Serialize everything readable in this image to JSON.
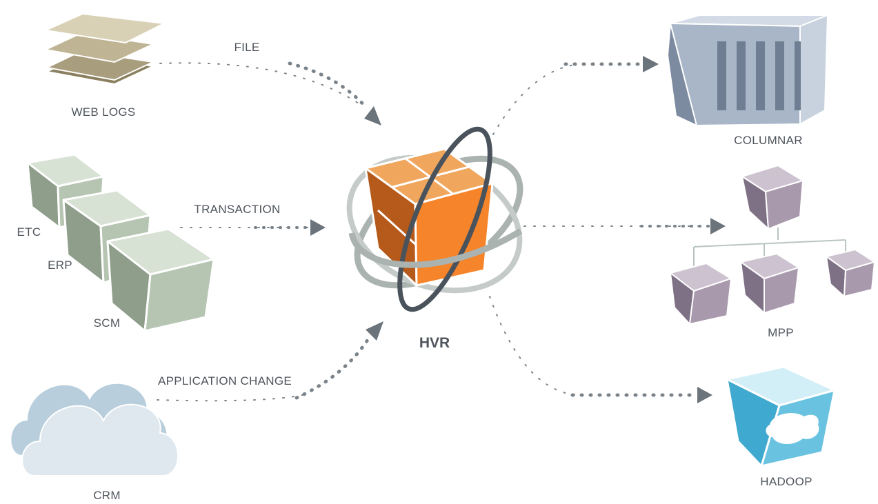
{
  "diagram": {
    "hub": {
      "label": "HVR",
      "icon": "orbit-cube-icon"
    },
    "sources": {
      "web_logs": {
        "label": "WEB LOGS",
        "icon": "layers-icon"
      },
      "databases": {
        "labels": {
          "etc": "ETC",
          "erp": "ERP",
          "scm": "SCM"
        },
        "icon": "cube-stack-icon"
      },
      "crm": {
        "label": "CRM",
        "icon": "cloud-icon"
      }
    },
    "flows_in": {
      "file": "FILE",
      "transaction": "TRANSACTION",
      "application_change": "APPLICATION CHANGE"
    },
    "targets": {
      "columnar": {
        "label": "COLUMNAR",
        "icon": "container-icon"
      },
      "mpp": {
        "label": "MPP",
        "icon": "cube-tree-icon"
      },
      "hadoop": {
        "label": "HADOOP",
        "icon": "hadoop-cube-icon"
      }
    },
    "colors": {
      "label_text": "#4f555c",
      "arrow_dots": "#6b737b",
      "hub_orange": "#f5842a",
      "orbit_dark": "#4a535c",
      "orbit_light": "#aab3b0",
      "layers": "#c9bfa2",
      "db_cubes": "#b6c4b2",
      "cloud": "#c2d6e3",
      "columnar": "#a8b6c8",
      "mpp": "#a899ad",
      "hadoop": "#69c3e0"
    }
  }
}
